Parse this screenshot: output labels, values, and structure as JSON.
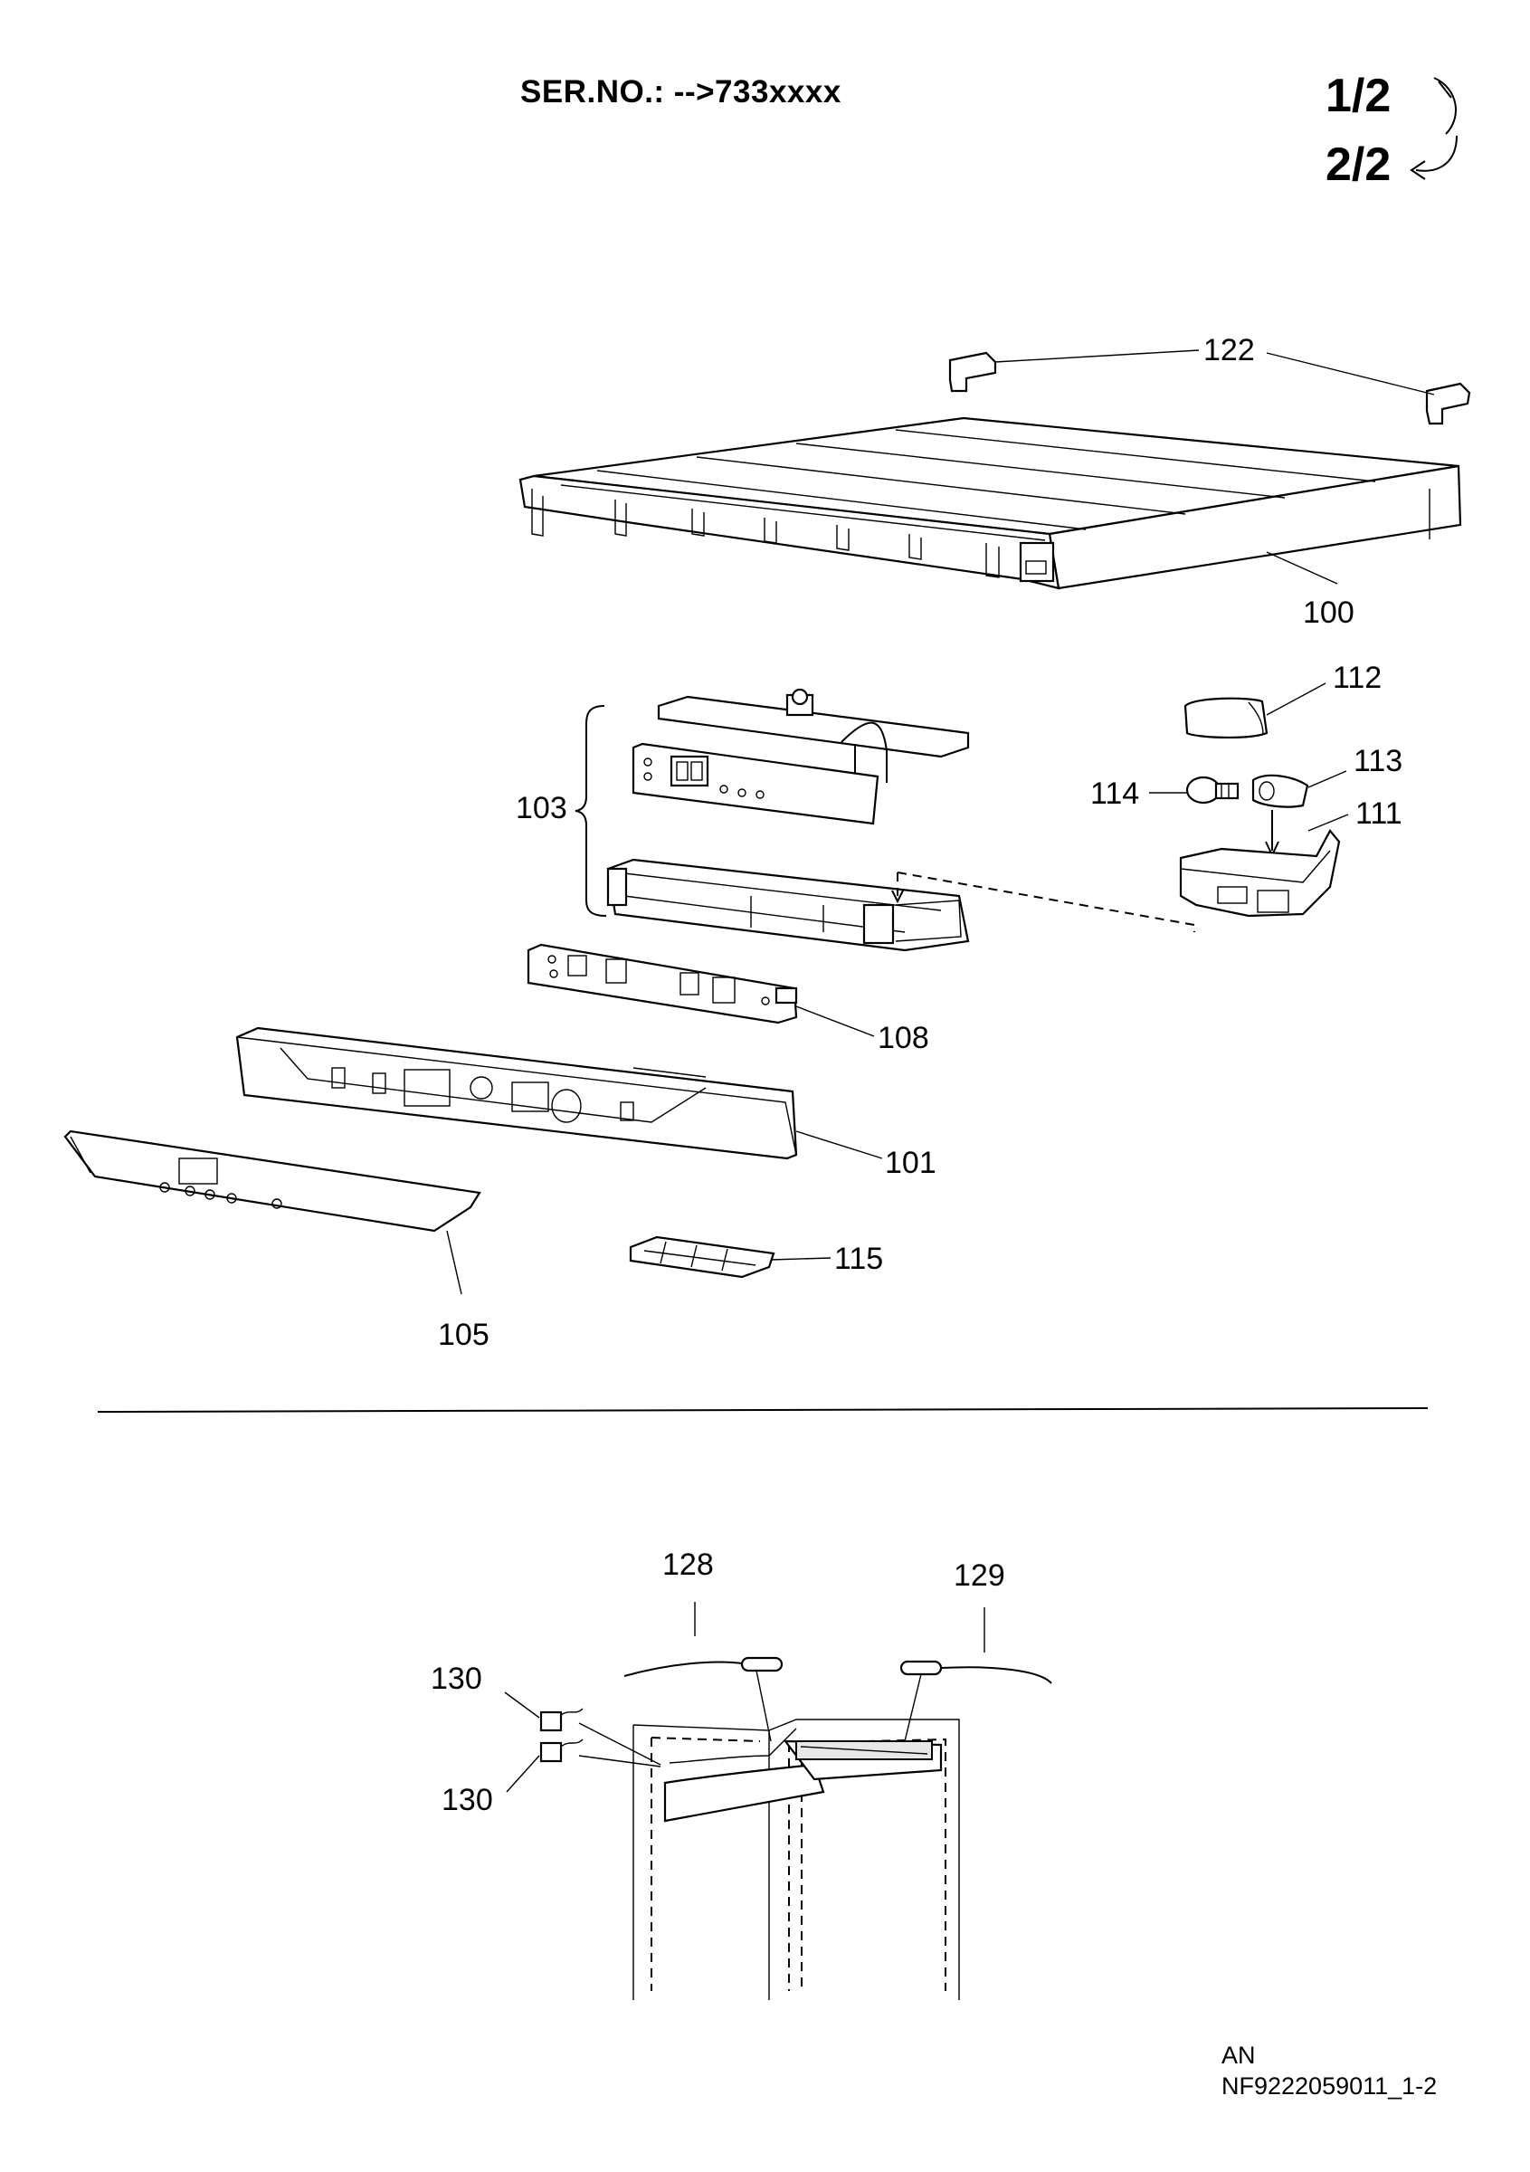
{
  "header": {
    "serial": "SER.NO.: -->733xxxx",
    "page_current": "1/2",
    "page_next": "2/2"
  },
  "callouts": {
    "c100": "100",
    "c101": "101",
    "c103": "103",
    "c105": "105",
    "c108": "108",
    "c111": "111",
    "c112": "112",
    "c113": "113",
    "c114": "114",
    "c115": "115",
    "c122": "122",
    "c128": "128",
    "c129": "129",
    "c130a": "130",
    "c130b": "130"
  },
  "footer": {
    "lang": "AN",
    "doc_id": "NF9222059011_1-2"
  }
}
